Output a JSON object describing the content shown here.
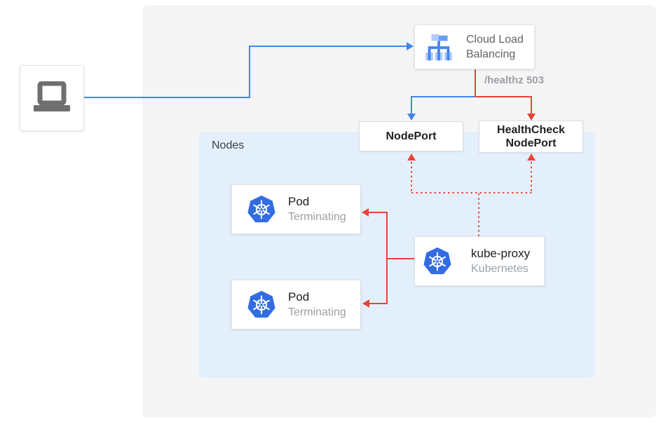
{
  "colors": {
    "traffic_blue": "#4285f4",
    "health_red": "#ea4335",
    "kubernetes_blue": "#326ce5",
    "lb_icon_light_blue": "#aecbfa",
    "lb_icon_mid_blue": "#669df6",
    "canvas_gray": "#f5f5f6",
    "nodes_panel_blue": "#e3f0fc",
    "text_dark": "#202124",
    "text_gray": "#5f6368",
    "text_light_gray": "#9aa0a6"
  },
  "client": {
    "icon": "laptop-icon"
  },
  "load_balancer": {
    "icon": "cloud-load-balancing-icon",
    "label": "Cloud Load Balancing"
  },
  "connections": {
    "health_check_status": "/healthz 503"
  },
  "node_port": {
    "label": "NodePort"
  },
  "health_check_node_port": {
    "label_line1": "HealthCheck",
    "label_line2": "NodePort"
  },
  "nodes_panel": {
    "label": "Nodes",
    "pods": [
      {
        "icon": "kubernetes-icon",
        "title": "Pod",
        "status": "Terminating"
      },
      {
        "icon": "kubernetes-icon",
        "title": "Pod",
        "status": "Terminating"
      }
    ],
    "kube_proxy": {
      "icon": "kubernetes-icon",
      "title": "kube-proxy",
      "subtitle": "Kubernetes"
    }
  }
}
